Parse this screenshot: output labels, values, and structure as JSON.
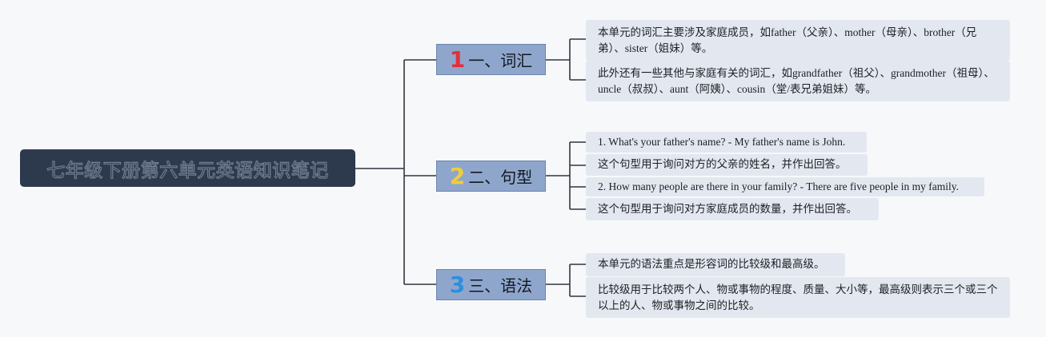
{
  "title": "七年级下册第六单元英语知识笔记",
  "colors": {
    "root_bg": "#2d3a4d",
    "branch_bg": "#8fa6cc",
    "leaf_bg": "#e3e8f0",
    "connector": "#2f3640",
    "num1": "#e0303a",
    "num2": "#f1cd3a",
    "num3": "#2c8fdc"
  },
  "branches": [
    {
      "number": "1",
      "label": "一、词汇",
      "leaves": [
        "本单元的词汇主要涉及家庭成员，如father（父亲）、mother（母亲）、brother（兄弟）、sister（姐妹）等。",
        "此外还有一些其他与家庭有关的词汇，如grandfather（祖父）、grandmother（祖母）、uncle（叔叔）、aunt（阿姨）、cousin（堂/表兄弟姐妹）等。"
      ]
    },
    {
      "number": "2",
      "label": "二、句型",
      "leaves": [
        "1. What's your father's name? - My father's name is John.",
        "这个句型用于询问对方的父亲的姓名，并作出回答。",
        "2. How many people are there in your family? - There are five people in my family.",
        "这个句型用于询问对方家庭成员的数量，并作出回答。"
      ]
    },
    {
      "number": "3",
      "label": "三、语法",
      "leaves": [
        "本单元的语法重点是形容词的比较级和最高级。",
        "比较级用于比较两个人、物或事物的程度、质量、大小等，最高级则表示三个或三个以上的人、物或事物之间的比较。"
      ]
    }
  ]
}
